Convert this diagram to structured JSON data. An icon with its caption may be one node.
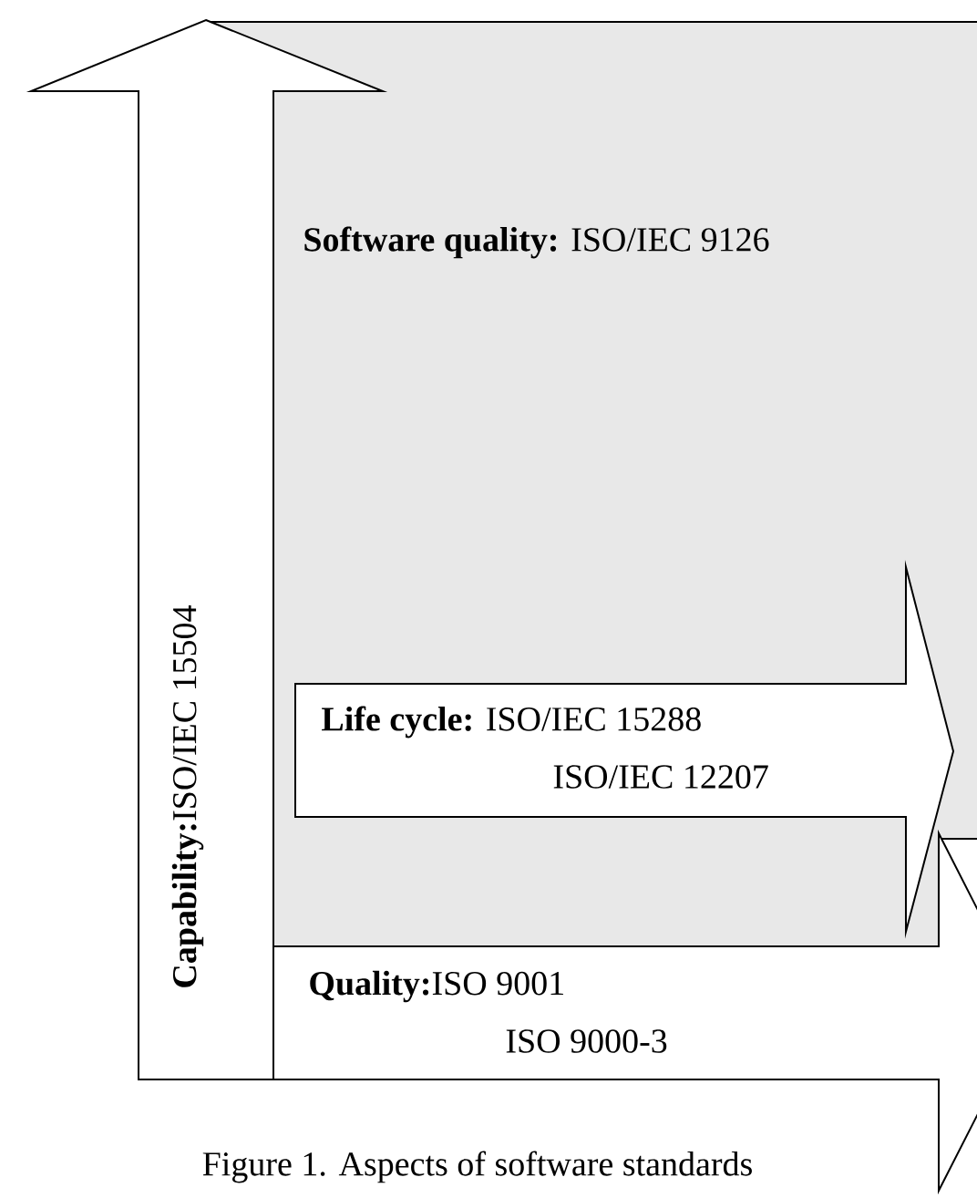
{
  "diagram": {
    "caption": "Figure 1. Aspects of software standards",
    "nodes": [
      {
        "text": [
          "**Software quality:** ISO/IEC 9126"
        ]
      },
      {
        "text": [
          "**Capability:**ISO/IEC 15504"
        ]
      },
      {
        "text": [
          "**Life cycle:** ISO/IEC 15288",
          "ISO/IEC 12207"
        ],
        "in": 0
      },
      {
        "text": [
          "**Quality:**ISO 9001",
          "ISO 9000-3"
        ]
      }
    ]
  }
}
